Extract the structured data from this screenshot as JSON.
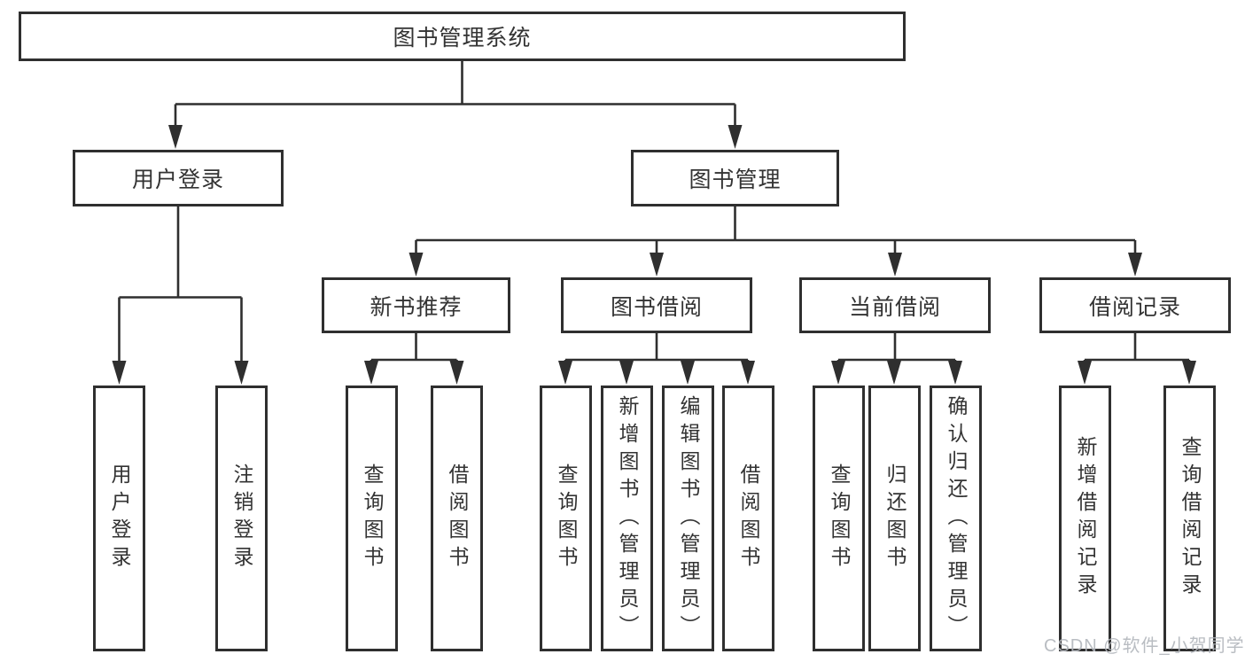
{
  "tree": {
    "root": "图书管理系统",
    "children": [
      {
        "label": "用户登录",
        "children": [
          "用户登录",
          "注销登录"
        ]
      },
      {
        "label": "图书管理",
        "children": [
          {
            "label": "新书推荐",
            "children": [
              "查询图书",
              "借阅图书"
            ]
          },
          {
            "label": "图书借阅",
            "children": [
              "查询图书",
              "新增图书（管理员）",
              "编辑图书（管理员）",
              "借阅图书"
            ]
          },
          {
            "label": "当前借阅",
            "children": [
              "查询图书",
              "归还图书",
              "确认归还（管理员）"
            ]
          },
          {
            "label": "借阅记录",
            "children": [
              "新增借阅记录",
              "查询借阅记录"
            ]
          }
        ]
      }
    ]
  },
  "watermark": {
    "text": "CSDN @软件_小贺同学"
  },
  "colors": {
    "background": "#ffffff",
    "line": "#2f2f2f",
    "box_border": "#2f2f2f",
    "text": "#333333",
    "watermark": "#b2b6bc"
  }
}
